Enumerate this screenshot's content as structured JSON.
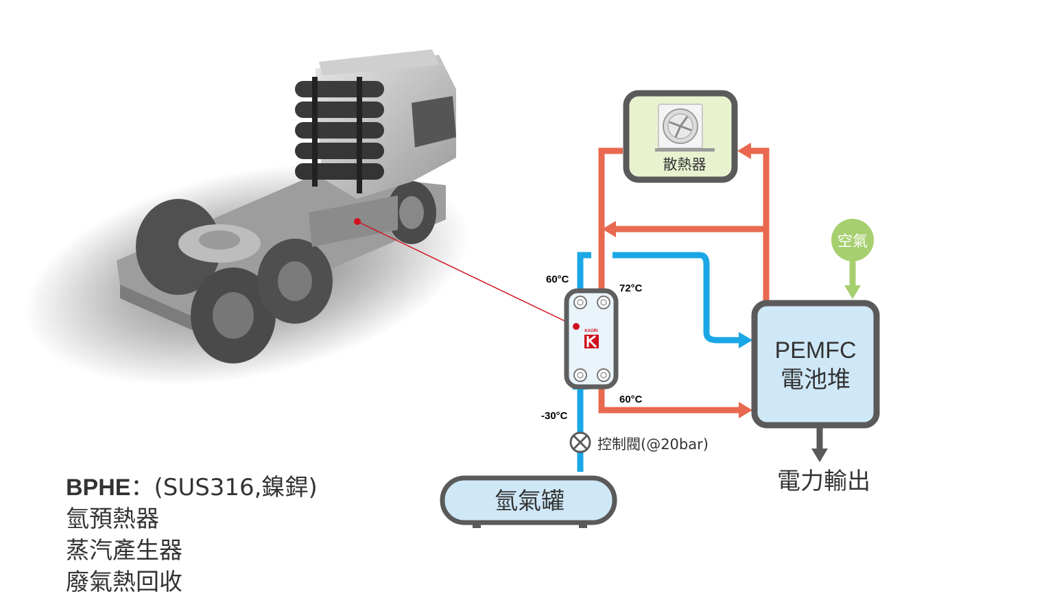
{
  "diagram": {
    "radiator_label": "散熱器",
    "air_label": "空氣",
    "fuel_cell": {
      "line1": "PEMFC",
      "line2": "電池堆"
    },
    "power_output": "電力輸出",
    "tank_label": "氫氣罐",
    "valve_label": "控制閥(@20bar)",
    "brand": "KAORI",
    "temps": {
      "h2_out": "60°C",
      "coolant_in": "72°C",
      "coolant_out": "60°C",
      "h2_in": "-30°C"
    }
  },
  "caption": {
    "title_bold": "BPHE",
    "title_rest": "：(SUS316,鎳銲)",
    "lines": [
      "氫預熱器",
      "蒸汽產生器",
      "廢氣熱回收"
    ]
  },
  "colors": {
    "hydrogen_line": "#1aa7e6",
    "coolant_line": "#e8694f",
    "air_line": "#a6cf6f",
    "box_border": "#5a5a5a",
    "box_fill_blue": "#cfe8f8",
    "box_fill_green": "#e8f2cf",
    "pointer": "#d0101e"
  }
}
